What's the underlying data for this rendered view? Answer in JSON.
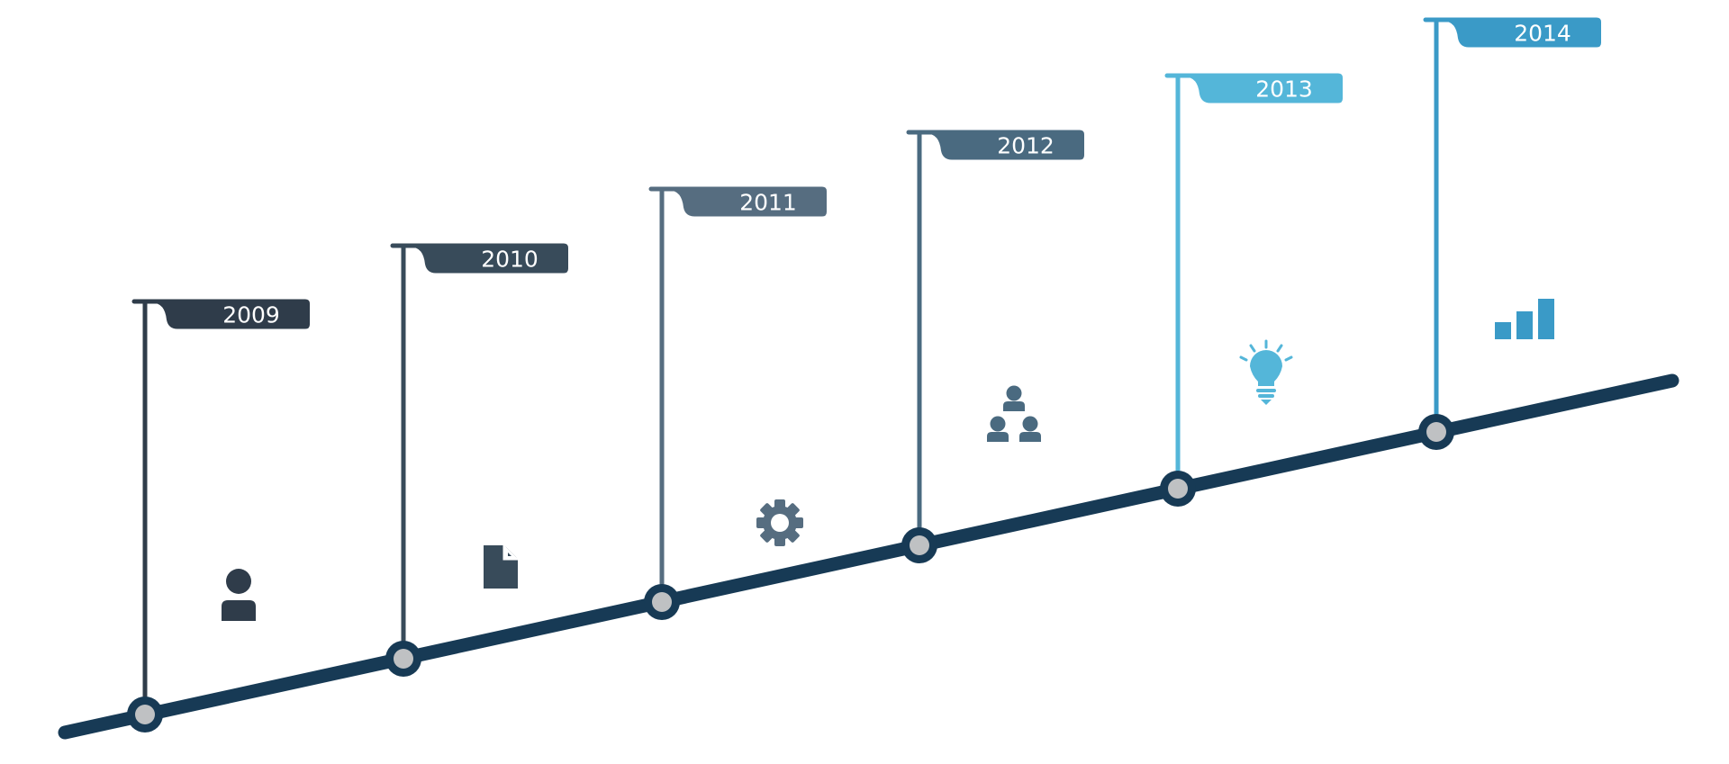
{
  "timeline": {
    "axis_color": "#173a55",
    "node_fill": "#bfc1c3",
    "milestones": [
      {
        "year": "2009",
        "color": "#2f3c4a",
        "icon": "person-icon"
      },
      {
        "year": "2010",
        "color": "#384b5a",
        "icon": "document-icon"
      },
      {
        "year": "2011",
        "color": "#566d80",
        "icon": "gear-icon"
      },
      {
        "year": "2012",
        "color": "#4a6a80",
        "icon": "team-hierarchy-icon"
      },
      {
        "year": "2013",
        "color": "#54b6d9",
        "icon": "lightbulb-icon"
      },
      {
        "year": "2014",
        "color": "#3a9ac7",
        "icon": "bar-chart-icon"
      }
    ]
  }
}
